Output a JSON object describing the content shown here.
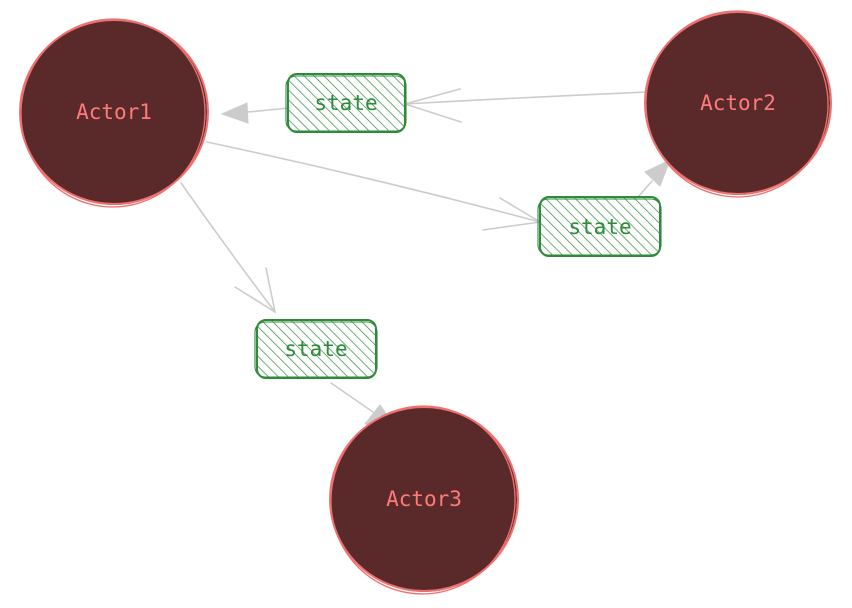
{
  "nodes": {
    "actor1": {
      "label": "Actor1"
    },
    "actor2": {
      "label": "Actor2"
    },
    "actor3": {
      "label": "Actor3"
    }
  },
  "states": {
    "actor2_to_actor1": {
      "label": "state"
    },
    "actor1_to_actor2": {
      "label": "state"
    },
    "actor1_to_actor3": {
      "label": "state"
    }
  },
  "edges": [
    {
      "from": "Actor2",
      "to": "Actor1",
      "via": "state"
    },
    {
      "from": "Actor1",
      "to": "Actor2",
      "via": "state"
    },
    {
      "from": "Actor1",
      "to": "Actor3",
      "via": "state"
    }
  ],
  "colors": {
    "actor_fill": "#5a2a2a",
    "actor_stroke": "#f07070",
    "actor_text": "#ff7b7b",
    "state_stroke": "#2e8b3a",
    "state_hatch": "#2e8b3a",
    "state_text": "#2e8b3a",
    "edge": "#cccccc",
    "background": "#ffffff"
  }
}
